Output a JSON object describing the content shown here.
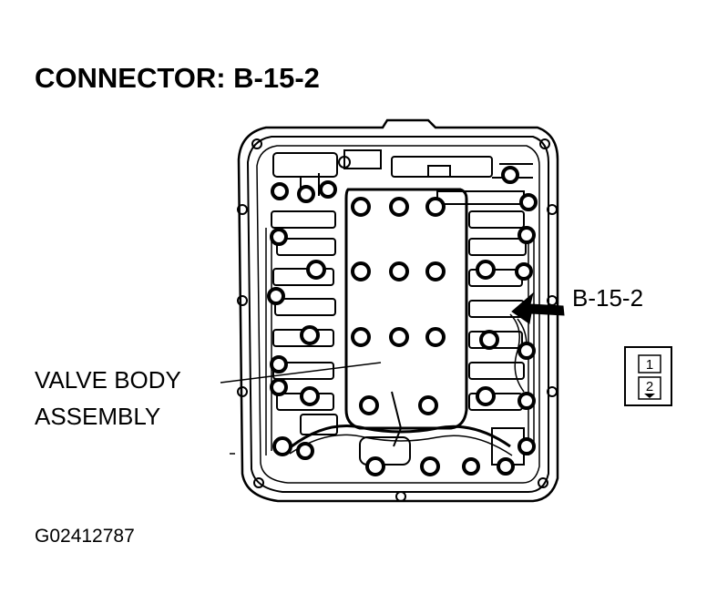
{
  "title": "CONNECTOR: B-15-2",
  "labels": {
    "valve_body_line1": "VALVE BODY",
    "valve_body_line2": "ASSEMBLY",
    "connector": "B-15-2"
  },
  "connector_pins": [
    "1",
    "2"
  ],
  "figure_id": "G02412787",
  "colors": {
    "ink": "#000000",
    "paper": "#ffffff"
  }
}
